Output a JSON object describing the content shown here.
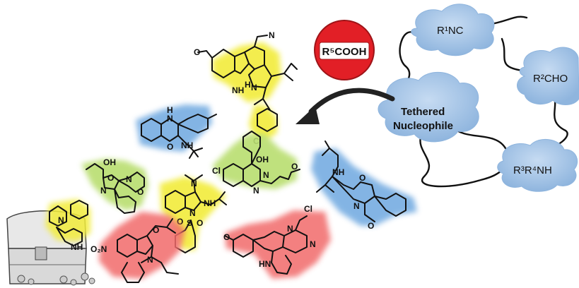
{
  "stop_sign": {
    "label": "R⁵COOH",
    "color": "#e21f26"
  },
  "clouds": {
    "c1": "R¹NC",
    "c2": "R²CHO",
    "c3": "R³R⁴NH",
    "center_line1": "Tethered",
    "center_line2": "Nucleophile",
    "fill": "#a9c6e6"
  },
  "highlight_colors": {
    "yellow": "#f2ec3b",
    "blue": "#6ea8e0",
    "green": "#b9de70",
    "red": "#f16a6a"
  },
  "atoms": {
    "yellow_top": {
      "n1": "N",
      "n2": "N",
      "nh": "NH",
      "h": "H",
      "cl": "Cl"
    },
    "blue_left": {
      "h": "H",
      "n1": "N",
      "nh": "NH",
      "o": "O"
    },
    "green_left": {
      "oh": "OH",
      "o": "O",
      "n1": "N",
      "n2": "N",
      "o2": "O"
    },
    "yellow_mid": {
      "n1": "N",
      "nh": "NH",
      "n2": "N",
      "o1": "O",
      "s": "S",
      "o2": "O"
    },
    "green_mid": {
      "cl": "Cl",
      "oh": "OH",
      "n1": "N",
      "n2": "N",
      "o": "O"
    },
    "blue_right": {
      "nh": "NH",
      "o": "O",
      "n": "N",
      "o2": "O"
    },
    "red_left": {
      "o2n": "O₂N",
      "o": "O",
      "n": "N"
    },
    "red_right": {
      "cl": "Cl",
      "n1": "N",
      "n2": "N",
      "o": "O",
      "hn": "HN"
    },
    "chest": {
      "n": "N",
      "nh": "NH"
    }
  }
}
